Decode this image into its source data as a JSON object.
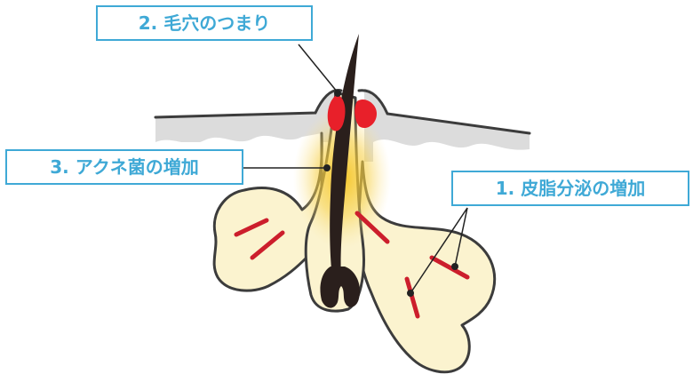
{
  "labels": {
    "pore_clogging": "2. 毛穴のつまり",
    "acne_bacteria": "3. アクネ菌の増加",
    "sebum_increase": "1. 皮脂分泌の増加"
  },
  "colors": {
    "callout_border": "#3fa9d6",
    "callout_text": "#3fa9d6",
    "gland_fill": "#fbf3cf",
    "outline": "#3c3c3c",
    "skin_gray": "#dcdcdc",
    "glow_yellow": "#f5c21c",
    "clog_red": "#e8202a",
    "sebum_marks": "#cc1e2c",
    "hair": "#2a1f1c"
  }
}
